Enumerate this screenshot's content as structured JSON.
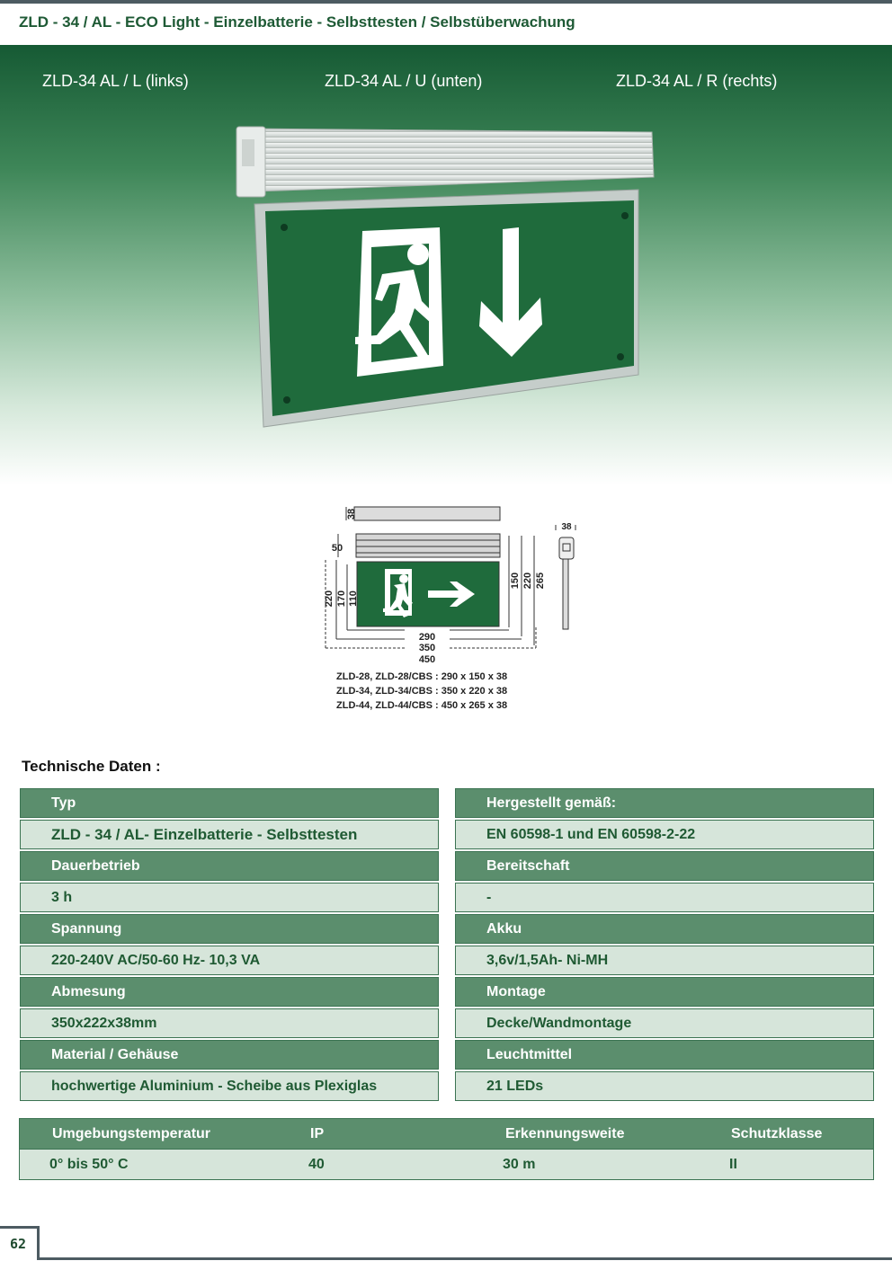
{
  "header": {
    "title": "ZLD - 34 / AL - ECO Light - Einzelbatterie - Selbsttesten / Selbstüberwachung"
  },
  "variants": [
    "ZLD-34 AL / L (links)",
    "ZLD-34 AL / U (unten)",
    "ZLD-34 AL / R (rechts)"
  ],
  "drawing": {
    "dims_top": [
      "38",
      "50"
    ],
    "dims_left": [
      "220",
      "170",
      "110"
    ],
    "dims_right": [
      "150",
      "220",
      "265"
    ],
    "dim_side": "38",
    "dims_bottom": [
      "290",
      "350",
      "450"
    ],
    "models": [
      "ZLD-28, ZLD-28/CBS : 290 x 150 x 38",
      "ZLD-34, ZLD-34/CBS : 350 x 220 x 38",
      "ZLD-44, ZLD-44/CBS : 450 x 265 x 38"
    ]
  },
  "tech": {
    "title": "Technische Daten :",
    "left": [
      {
        "label": "Typ",
        "value": "ZLD - 34 / AL- Einzelbatterie - Selbsttesten"
      },
      {
        "label": "Dauerbetrieb",
        "value": "3 h"
      },
      {
        "label": "Spannung",
        "value": "220-240V AC/50-60 Hz- 10,3 VA"
      },
      {
        "label": "Abmesung",
        "value": "350x222x38mm"
      },
      {
        "label": "Material / Gehäuse",
        "value": "hochwertige Aluminium - Scheibe aus Plexiglas"
      }
    ],
    "right": [
      {
        "label": "Hergestellt gemäß:",
        "value": "EN 60598-1 und EN 60598-2-22"
      },
      {
        "label": "Bereitschaft",
        "value": "-"
      },
      {
        "label": "Akku",
        "value": "3,6v/1,5Ah- Ni-MH"
      },
      {
        "label": "Montage",
        "value": "Decke/Wandmontage"
      },
      {
        "label": "Leuchtmittel",
        "value": "21 LEDs"
      }
    ]
  },
  "env": {
    "headers": [
      "Umgebungstemperatur",
      "IP",
      "Erkennungsweite",
      "Schutzklasse"
    ],
    "values": [
      "0° bis 50° C",
      "40",
      "30 m",
      "II"
    ]
  },
  "page_number": "62",
  "colors": {
    "brand_green": "#1e5a35",
    "label_bg": "#5b8e6d",
    "value_bg": "#d6e5da"
  }
}
